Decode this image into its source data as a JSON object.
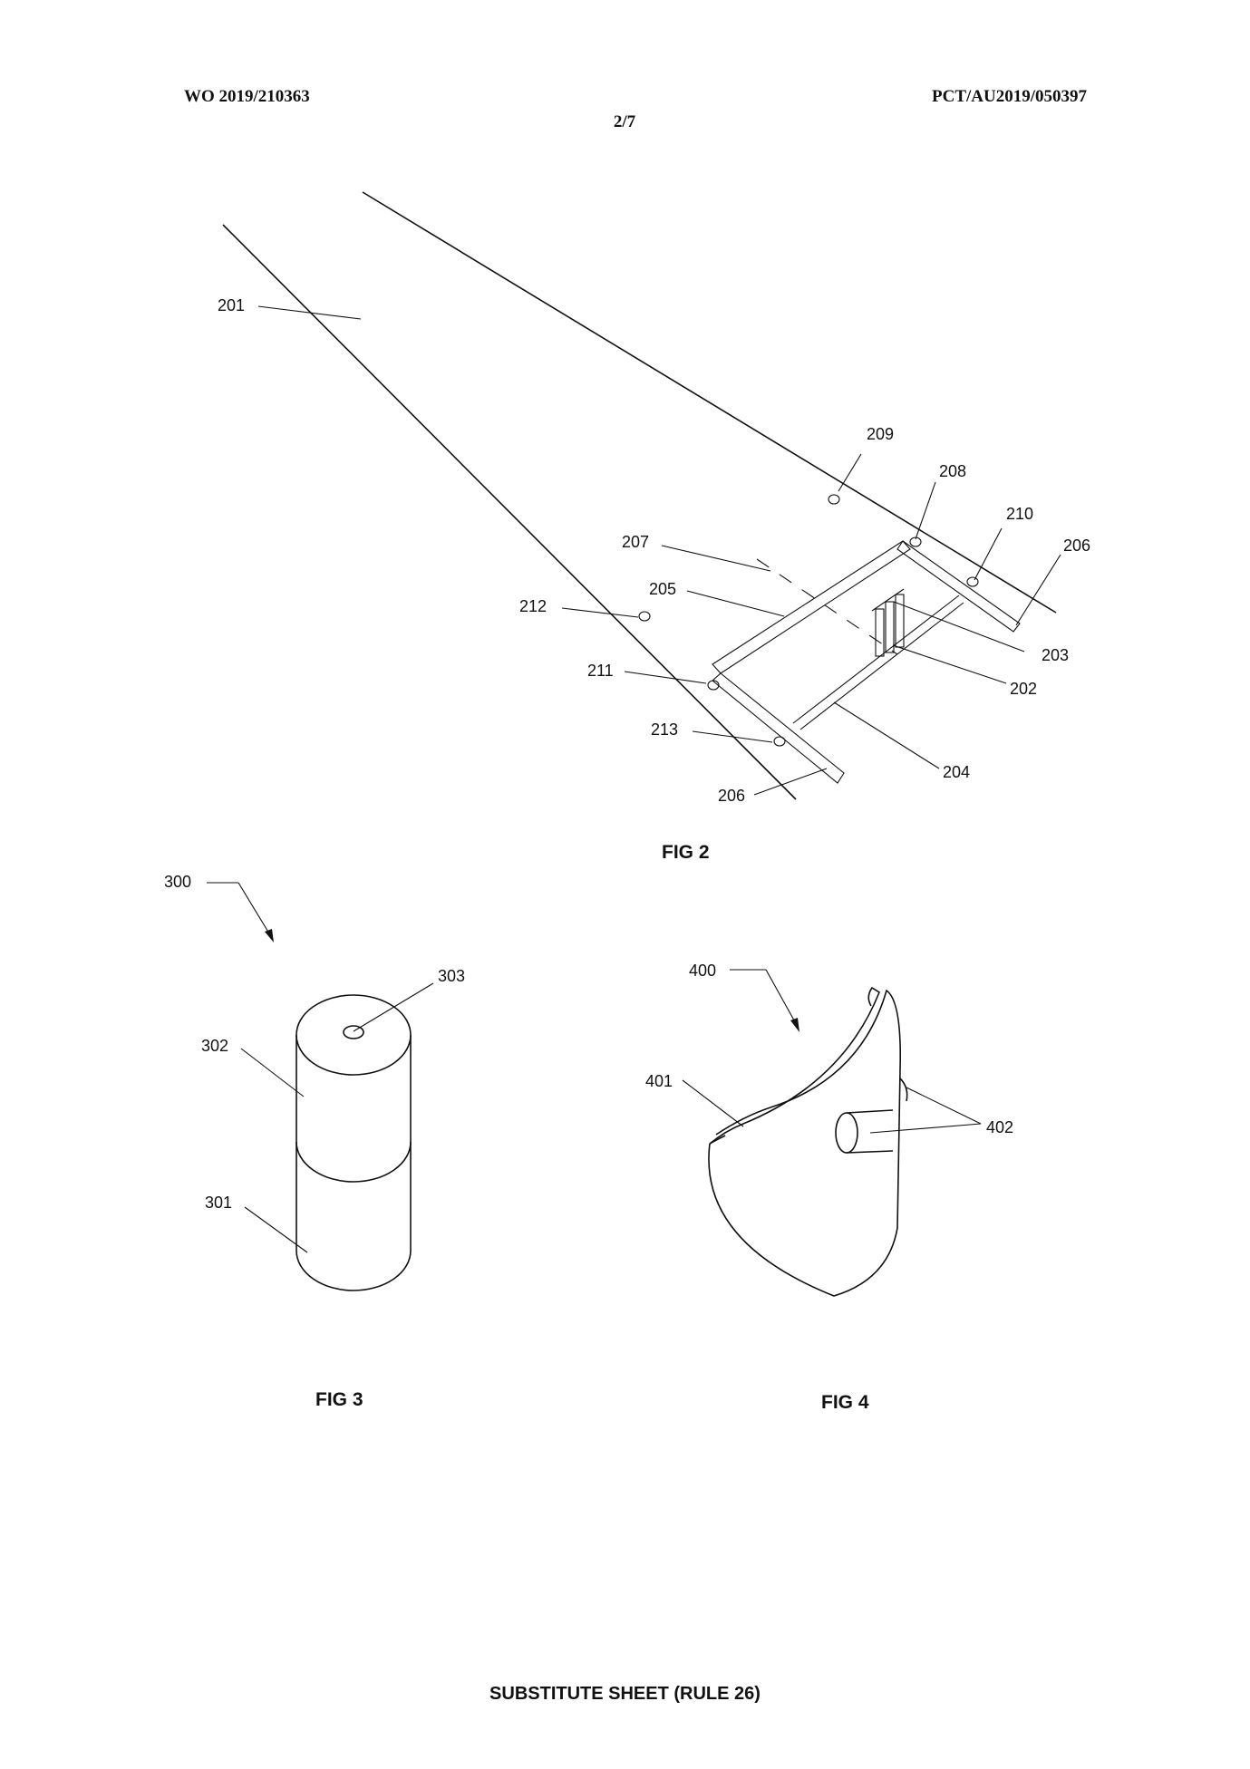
{
  "header": {
    "publication_number": "WO 2019/210363",
    "application_number": "PCT/AU2019/050397",
    "sheet": "2/7"
  },
  "figures": {
    "fig2": {
      "caption": "FIG 2",
      "refs": {
        "r201": "201",
        "r202": "202",
        "r203": "203",
        "r204": "204",
        "r205": "205",
        "r206a": "206",
        "r206b": "206",
        "r207": "207",
        "r208": "208",
        "r209": "209",
        "r210": "210",
        "r211": "211",
        "r212": "212",
        "r213": "213"
      }
    },
    "fig3": {
      "caption": "FIG 3",
      "refs": {
        "r300": "300",
        "r301": "301",
        "r302": "302",
        "r303": "303"
      }
    },
    "fig4": {
      "caption": "FIG 4",
      "refs": {
        "r400": "400",
        "r401": "401",
        "r402": "402"
      }
    }
  },
  "footer": {
    "text": "SUBSTITUTE SHEET (RULE 26)"
  }
}
